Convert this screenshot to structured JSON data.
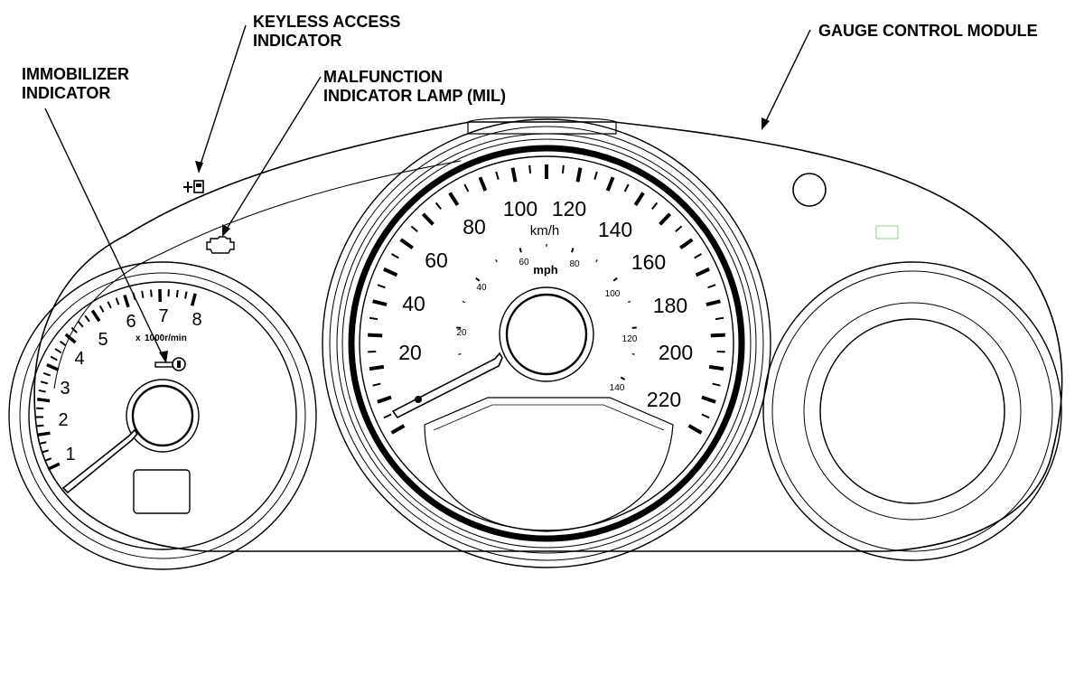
{
  "callouts": {
    "keyless_line1": "KEYLESS ACCESS",
    "keyless_line2": "INDICATOR",
    "gauge_module": "GAUGE CONTROL MODULE",
    "immobilizer_line1": "IMMOBILIZER",
    "immobilizer_line2": "INDICATOR",
    "mil_line1": "MALFUNCTION",
    "mil_line2": "INDICATOR LAMP (MIL)"
  },
  "speedometer": {
    "kmh_labels": [
      "20",
      "40",
      "60",
      "80",
      "100",
      "120",
      "140",
      "160",
      "180",
      "200",
      "220"
    ],
    "kmh_unit": "km/h",
    "mph_labels": [
      "20",
      "40",
      "60",
      "80",
      "100",
      "120",
      "140"
    ],
    "mph_unit": "mph"
  },
  "tachometer": {
    "labels": [
      "1",
      "2",
      "3",
      "4",
      "5",
      "6",
      "7",
      "8"
    ],
    "unit_prefix": "x",
    "unit_main": "1000r/min"
  },
  "icons": {
    "keyless": "keyless-access-icon",
    "mil": "check-engine-icon",
    "immobilizer": "key-icon"
  },
  "colors": {
    "line": "#000000",
    "indicator_green": "#4caf50"
  }
}
